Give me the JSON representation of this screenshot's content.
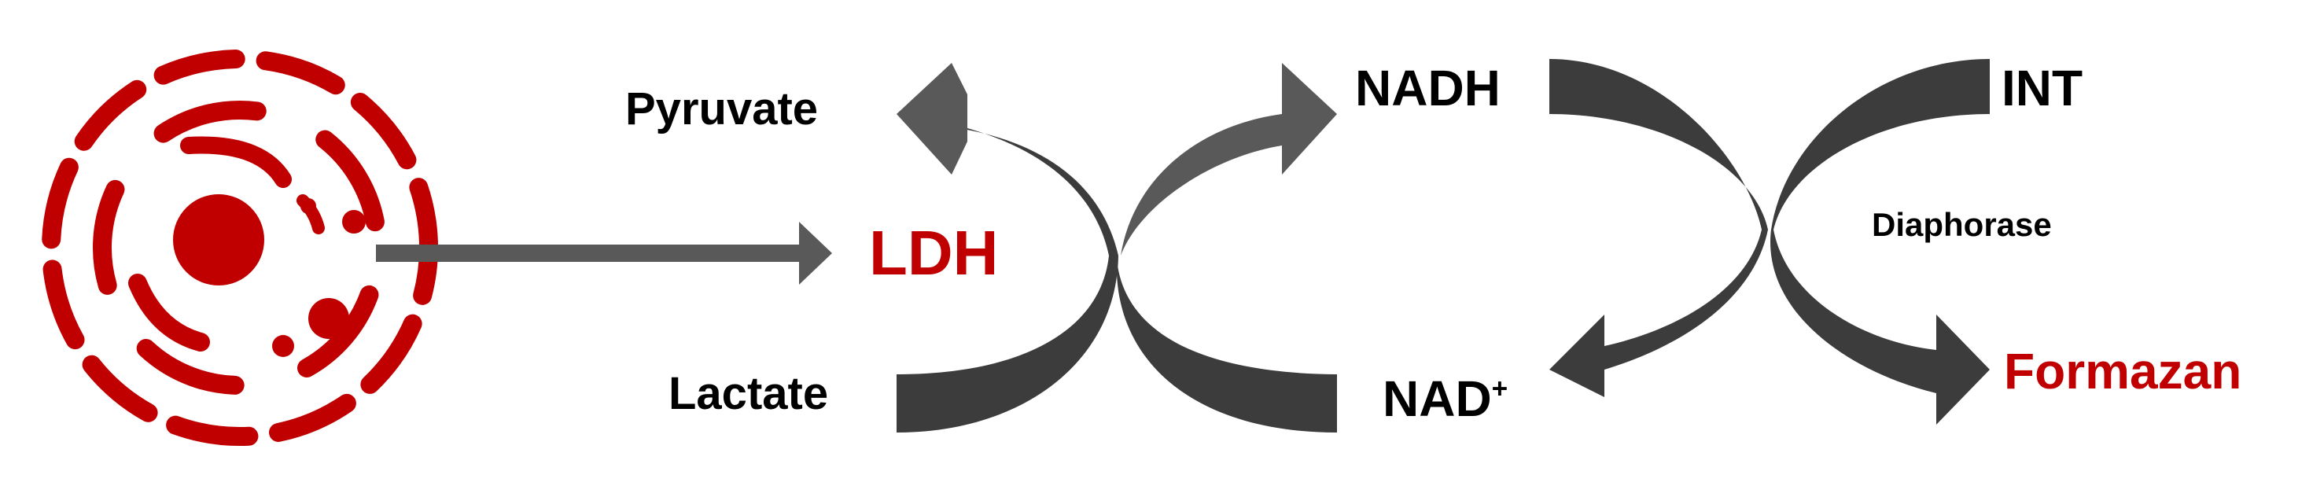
{
  "colors": {
    "accent_red": "#c00000",
    "arrow_dark": "#3c3c3c",
    "arrow_mid": "#595959",
    "text": "#000000",
    "background": "#ffffff"
  },
  "icons": {
    "cell": "damaged-cell-icon"
  },
  "labels": {
    "pyruvate": "Pyruvate",
    "lactate": "Lactate",
    "ldh": "LDH",
    "nadh": "NADH",
    "nad_base": "NAD",
    "nad_charge": "+",
    "int": "INT",
    "diaphorase": "Diaphorase",
    "formazan": "Formazan"
  }
}
